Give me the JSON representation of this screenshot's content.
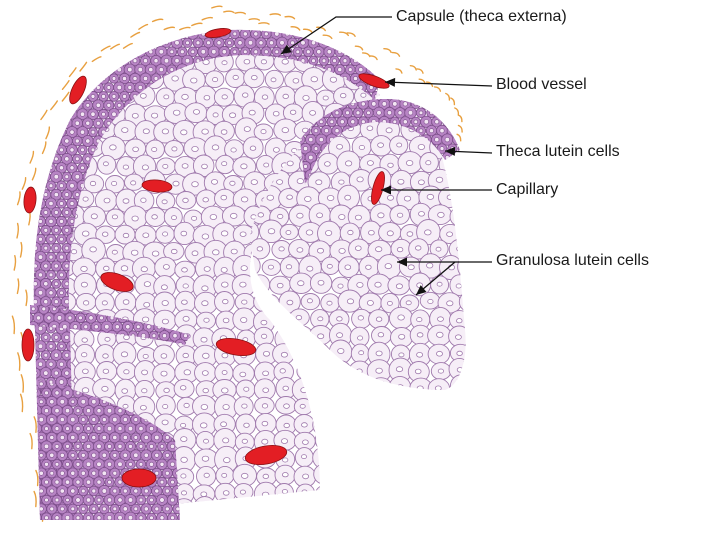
{
  "diagram": {
    "labels": {
      "capsule": "Capsule (theca externa)",
      "blood_vessel": "Blood vessel",
      "theca_lutein": "Theca lutein cells",
      "capillary": "Capillary",
      "granulosa_lutein": "Granulosa lutein cells"
    },
    "colors": {
      "capsule_fiber": "#e8a040",
      "vessel": "#e31e24",
      "theca_cell_fill": "#b784c4",
      "theca_nucleus": "#f3e6f4",
      "granulosa_fill": "#f6eef7",
      "granulosa_stroke": "#a07aad",
      "leader_line": "#111111"
    }
  }
}
